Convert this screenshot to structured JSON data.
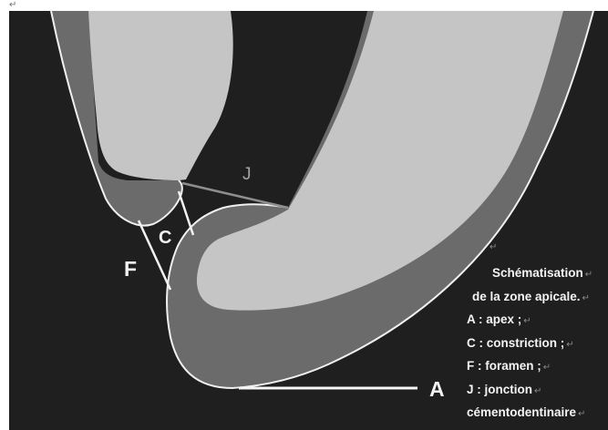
{
  "labels": {
    "J": "J",
    "C": "C",
    "F": "F",
    "A": "A"
  },
  "legend": {
    "title_line1": "Schématisation",
    "title_line2": "de la zone apicale.",
    "items": [
      "A : apex ;",
      "C : constriction ;",
      "F : foramen ;",
      "J : jonction",
      "cémentodentinaire"
    ]
  },
  "colors": {
    "background": "#1f1f1f",
    "dentin": "#6b6b6b",
    "pulp_canal": "#c5c5c5",
    "outline": "#f0f0f0",
    "line": "#f5f5f5"
  },
  "icons": {
    "paragraph_mark": "return-arrow-icon"
  }
}
